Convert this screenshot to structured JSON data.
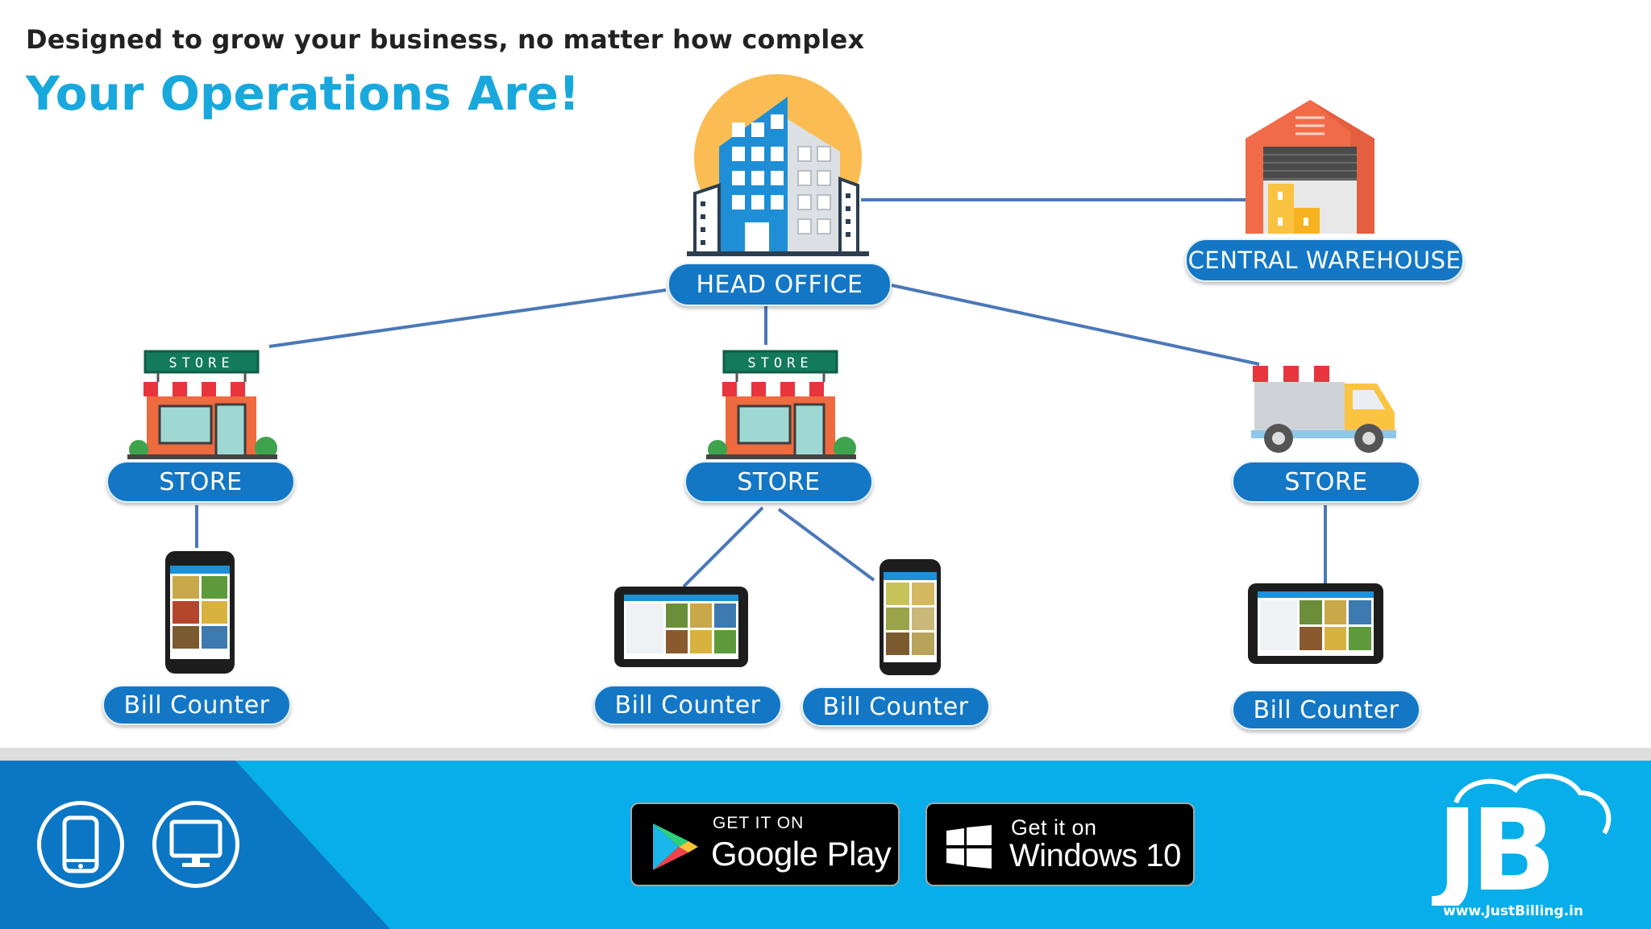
{
  "header": {
    "tagline": "Designed to grow your business, no matter how complex",
    "headline": "Your Operations Are!"
  },
  "nodes": {
    "head_office": "HEAD OFFICE",
    "central_warehouse": "CENTRAL WAREHOUSE",
    "store_left": "STORE",
    "store_center": "STORE",
    "store_right": "STORE",
    "bill_counter_1": "Bill Counter",
    "bill_counter_2": "Bill Counter",
    "bill_counter_3": "Bill Counter",
    "bill_counter_4": "Bill Counter"
  },
  "store_sign": "STORE",
  "icons": [
    "building-icon",
    "warehouse-icon",
    "storefront-icon",
    "food-truck-icon",
    "phone-icon",
    "tablet-icon",
    "monitor-icon",
    "play-store-icon",
    "windows-icon",
    "jb-logo"
  ],
  "footer": {
    "google_play_small": "GET IT ON",
    "google_play_big": "Google Play",
    "windows_small": "Get it on",
    "windows_big": "Windows 10",
    "logo_text": "JB",
    "website": "www.JustBilling.in"
  },
  "colors": {
    "accent": "#18a8dc",
    "pill": "#1377c6",
    "footer": "#07aee9",
    "connector": "#4a78b8"
  }
}
